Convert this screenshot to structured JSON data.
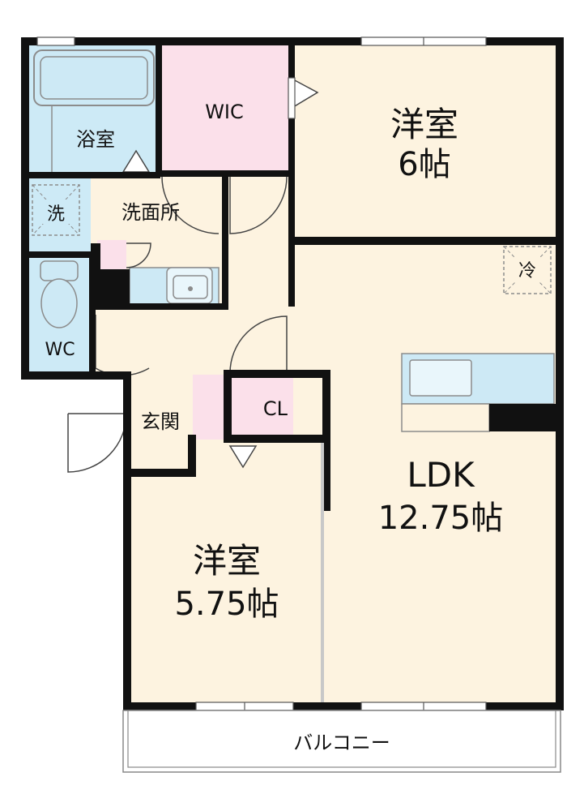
{
  "rooms": {
    "bath": "浴室",
    "wic": "WIC",
    "western1_name": "洋室",
    "western1_size": "6帖",
    "washroom": "洗面所",
    "washer_mark": "洗",
    "fridge_mark": "冷",
    "wc": "WC",
    "entrance": "玄関",
    "closet": "CL",
    "ldk_name": "LDK",
    "ldk_size": "12.75帖",
    "western2_name": "洋室",
    "western2_size": "5.75帖",
    "balcony": "バルコニー"
  },
  "colors": {
    "wall": "#111111",
    "floor_wood": "#fdf3e0",
    "floor_wet": "#cdeaf6",
    "floor_pink": "#fbe0ea",
    "fixture_blue": "#cde9f5",
    "line_gray": "#9a9a9a"
  }
}
